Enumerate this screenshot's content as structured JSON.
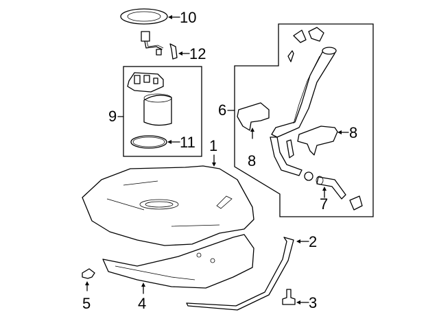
{
  "diagram": {
    "title": "Fuel tank & components exploded view",
    "callouts": [
      {
        "id": "1",
        "label": "1",
        "part": "fuel-tank"
      },
      {
        "id": "2",
        "label": "2",
        "part": "tank-strap"
      },
      {
        "id": "3",
        "label": "3",
        "part": "strap-bolt"
      },
      {
        "id": "4",
        "label": "4",
        "part": "heat-shield"
      },
      {
        "id": "5",
        "label": "5",
        "part": "clip"
      },
      {
        "id": "6",
        "label": "6",
        "part": "filler-pipe-assembly"
      },
      {
        "id": "7",
        "label": "7",
        "part": "filler-hose"
      },
      {
        "id": "8a",
        "label": "8",
        "part": "filler-pipe-shield-left"
      },
      {
        "id": "8b",
        "label": "8",
        "part": "filler-pipe-shield-right"
      },
      {
        "id": "9",
        "label": "9",
        "part": "fuel-pump-module"
      },
      {
        "id": "10",
        "label": "10",
        "part": "pump-seal"
      },
      {
        "id": "11",
        "label": "11",
        "part": "lock-ring"
      },
      {
        "id": "12",
        "label": "12",
        "part": "wiring-harness"
      }
    ]
  }
}
